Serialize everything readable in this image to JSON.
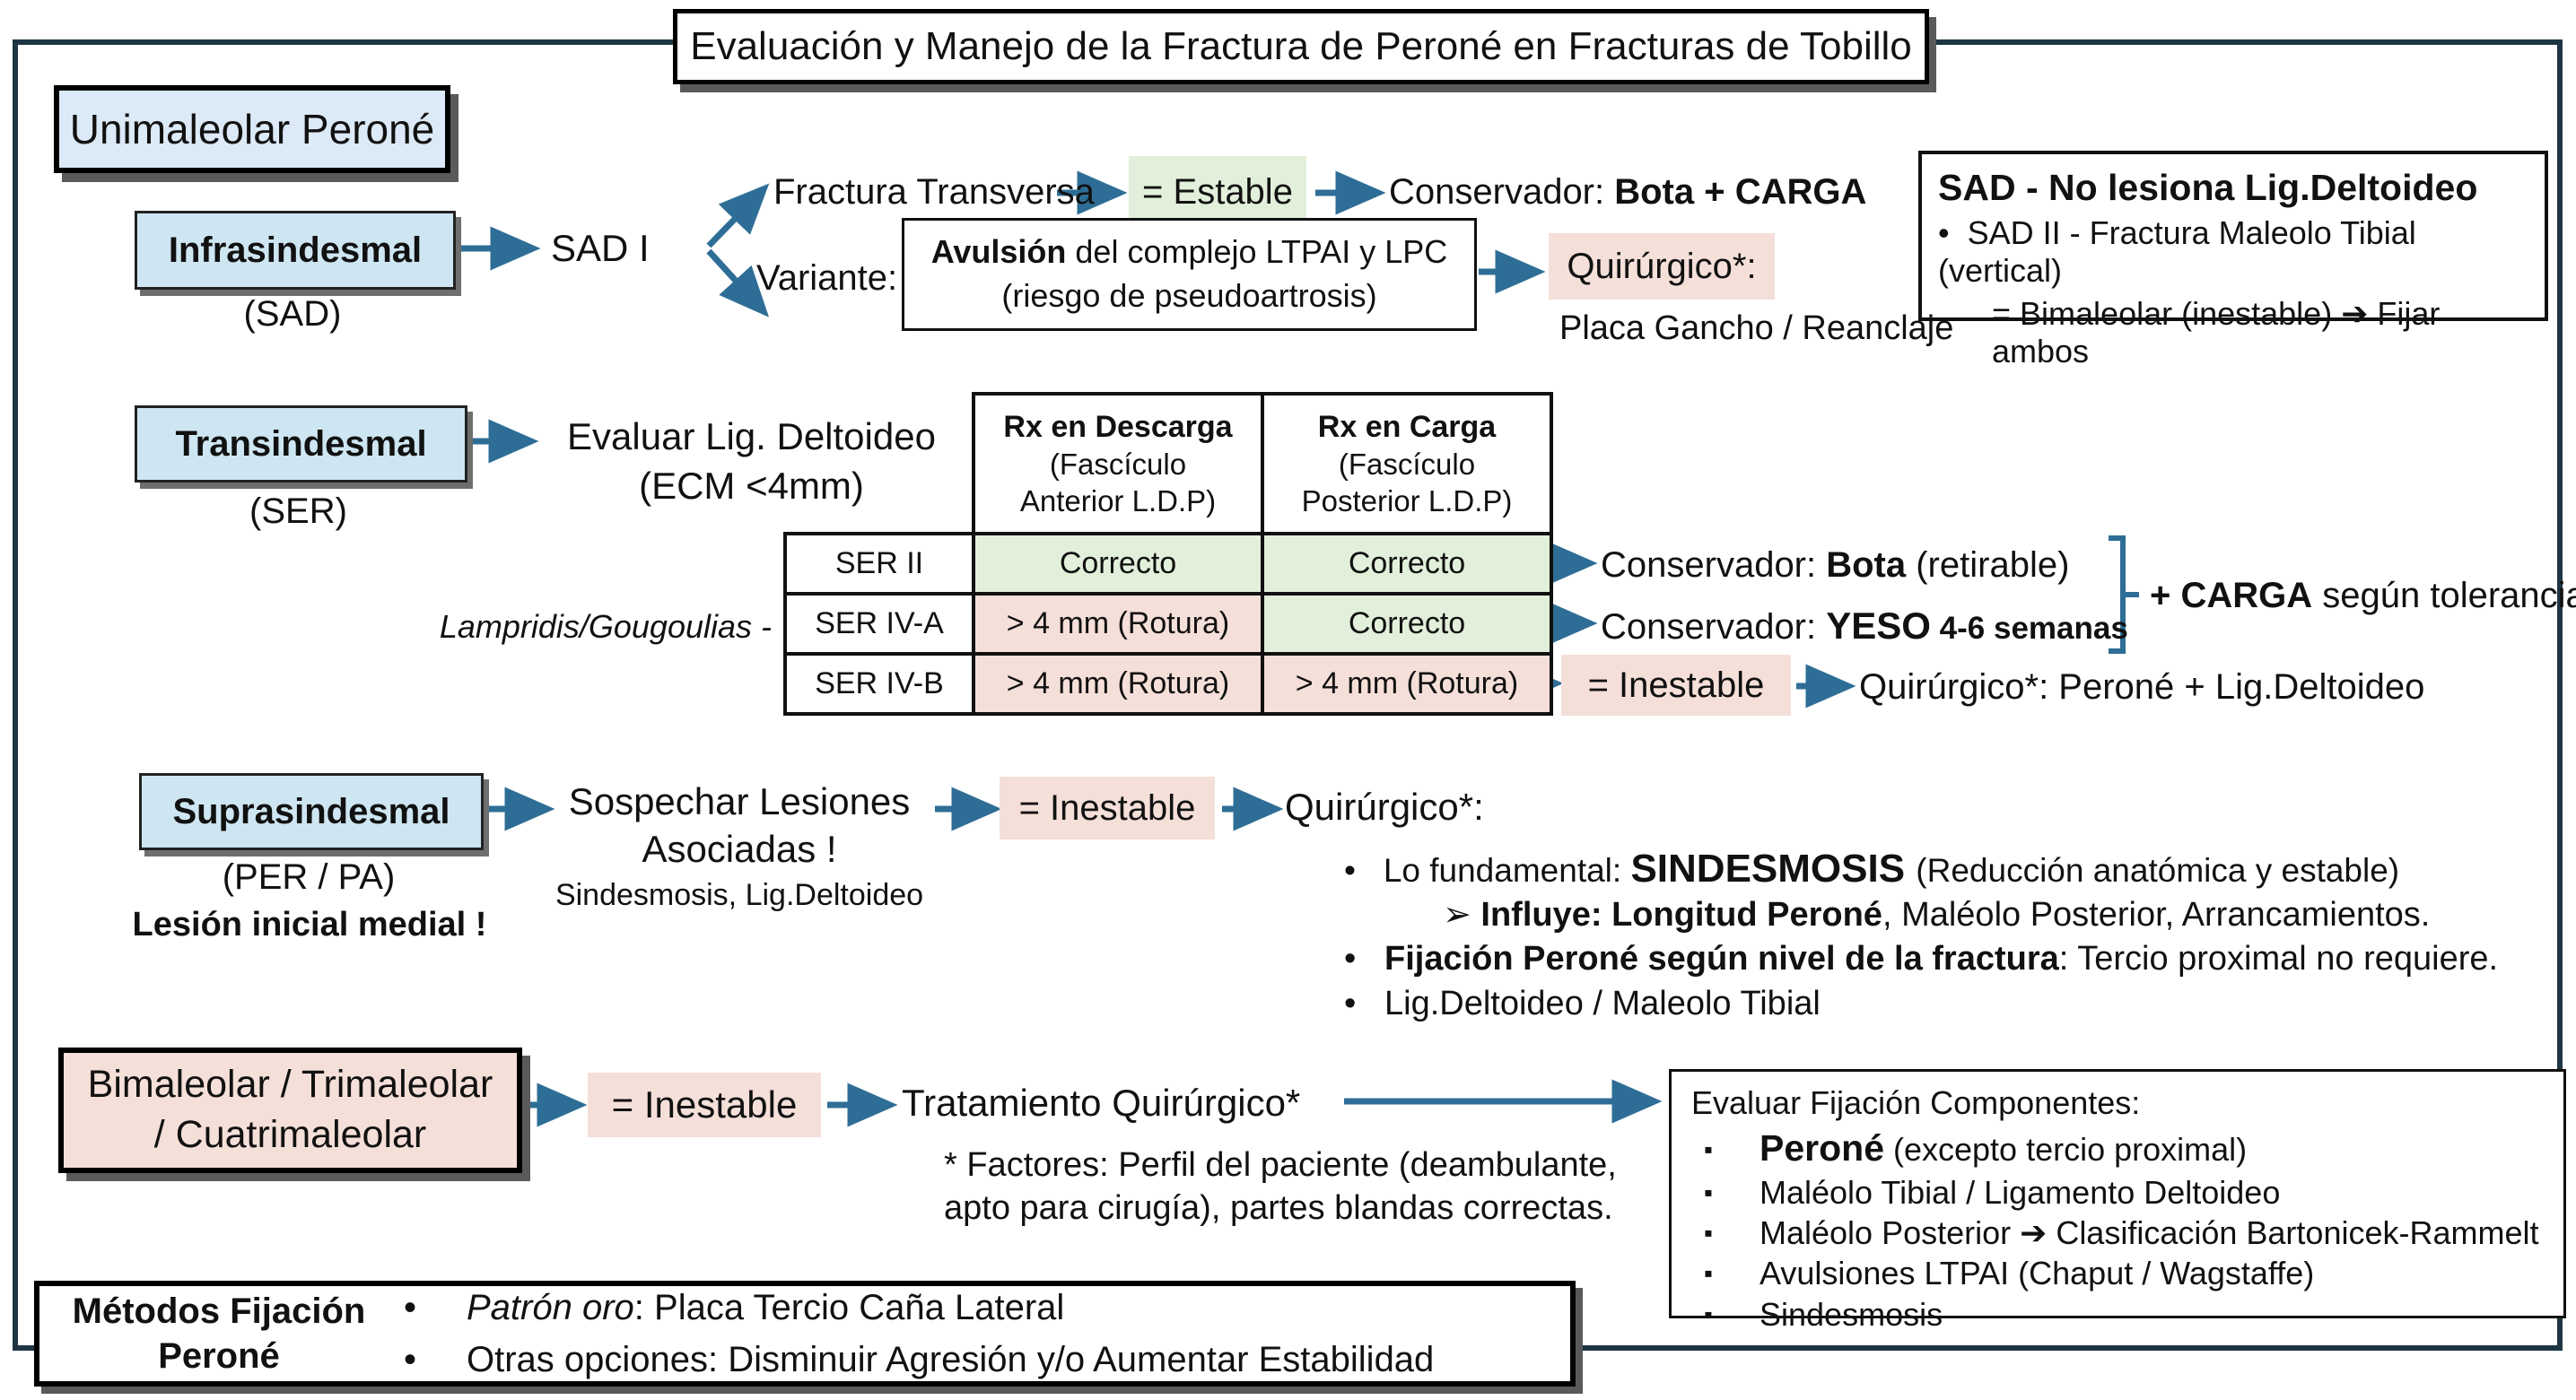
{
  "title": "Evaluación y Manejo de la Fractura de Peroné en Fracturas de Tobillo",
  "colors": {
    "light_blue_box": "#CEE6F2",
    "green_status": "#E2EFDA",
    "pink_status": "#F5DFD9",
    "arrow_blue": "#2E6E96",
    "frame_navy": "#1E3644"
  },
  "glyphs": {
    "bullet": "•",
    "square_bullet": "▪",
    "chevron": "➢",
    "arrow_right": "➔"
  },
  "unimaleolar": {
    "label": "Unimaleolar Peroné"
  },
  "infrasindesmal": {
    "box": "Infrasindesmal",
    "sub": "(SAD)",
    "node": "SAD I",
    "transversa": "Fractura Transversa",
    "estable": "= Estable",
    "conservador_prefix": "Conservador: ",
    "conservador_bold": "Bota + CARGA",
    "variante": "Variante:",
    "avulsion_bold": "Avulsión",
    "avulsion_rest": " del complejo LTPAI y LPC",
    "avulsion_line2": "(riesgo de pseudoartrosis)",
    "quirurgico": "Quirúrgico*:",
    "quirurgico_detail": "Placa Gancho / Reanclaje"
  },
  "sad_note": {
    "title": "SAD - No lesiona Lig.Deltoideo",
    "bullet_text": "SAD II - Fractura Maleolo Tibial (vertical)",
    "line2a": "= Bimaleolar (inestable) ",
    "line2b": " Fijar ambos"
  },
  "transindesmal": {
    "box": "Transindesmal",
    "sub": "(SER)",
    "evaluar_line1": "Evaluar Lig. Deltoideo",
    "evaluar_line2": "(ECM <4mm)",
    "source_label": "Lampridis/Gougoulias -",
    "table": {
      "headers": [
        {
          "bold": "Rx en Descarga",
          "line2": "(Fascículo",
          "line3": "Anterior L.D.P)"
        },
        {
          "bold": "Rx en Carga",
          "line2": "(Fascículo",
          "line3": "Posterior L.D.P)"
        }
      ],
      "rows": [
        {
          "label": "SER II",
          "c1": "Correcto",
          "c2": "Correcto"
        },
        {
          "label": "SER IV-A",
          "c1": "> 4 mm (Rotura)",
          "c2": "Correcto"
        },
        {
          "label": "SER IV-B",
          "c1": "> 4 mm (Rotura)",
          "c2": "> 4 mm (Rotura)"
        }
      ]
    },
    "outcome_ser2_prefix": "Conservador: ",
    "outcome_ser2_bold": "Bota",
    "outcome_ser2_suffix": " (retirable)",
    "outcome_ser4a_prefix": "Conservador: ",
    "outcome_ser4a_bold": "YESO",
    "outcome_ser4a_bold2": " 4-6 semanas",
    "carga_bold": "+ CARGA",
    "carga_rest": " según tolerancia",
    "inestable": "= Inestable",
    "quirurgico": "Quirúrgico*:  Peroné + Lig.Deltoideo"
  },
  "suprasindesmal": {
    "box": "Suprasindesmal",
    "sub": "(PER / PA)",
    "warning": "Lesión inicial medial !",
    "sospechar_line1": "Sospechar Lesiones",
    "sospechar_line2": "Asociadas !",
    "sospechar_detail": "Sindesmosis, Lig.Deltoideo",
    "inestable": "= Inestable",
    "quirurgico": "Quirúrgico*:",
    "b1_pre": "Lo fundamental: ",
    "b1_bold": "SINDESMOSIS ",
    "b1_rest": "(Reducción anatómica y estable)",
    "b2_bold": "Influye:  Longitud Peroné",
    "b2_rest": ", Maléolo Posterior,  Arrancamientos.",
    "b3_bold": "Fijación Peroné según nivel de la fractura",
    "b3_rest": ": Tercio proximal no requiere.",
    "b4": "Lig.Deltoideo / Maleolo Tibial"
  },
  "multimaleolar": {
    "box_line1": "Bimaleolar / Trimaleolar",
    "box_line2": "/ Cuatrimaleolar",
    "inestable": "= Inestable",
    "treatment": "Tratamiento Quirúrgico*",
    "factors_line1": "* Factores: Perfil del paciente (deambulante,",
    "factors_line2": "apto para cirugía), partes blandas correctas."
  },
  "componentes": {
    "title": "Evaluar Fijación Componentes:",
    "item1_bold": "Peroné",
    "item1_rest": " (excepto tercio proximal)",
    "item2": "Maléolo Tibial / Ligamento Deltoideo",
    "item3a": "Maléolo Posterior ",
    "item3b": " Clasificación Bartonicek-Rammelt",
    "item4": "Avulsiones LTPAI (Chaput / Wagstaffe)",
    "item5": "Sindesmosis"
  },
  "metodos": {
    "title_line1": "Métodos Fijación",
    "title_line2": "Peroné",
    "b1_italic": "Patrón oro",
    "b1_rest": ":  Placa Tercio Caña Lateral",
    "b2": "Otras opciones:  Disminuir Agresión y/o Aumentar Estabilidad"
  }
}
